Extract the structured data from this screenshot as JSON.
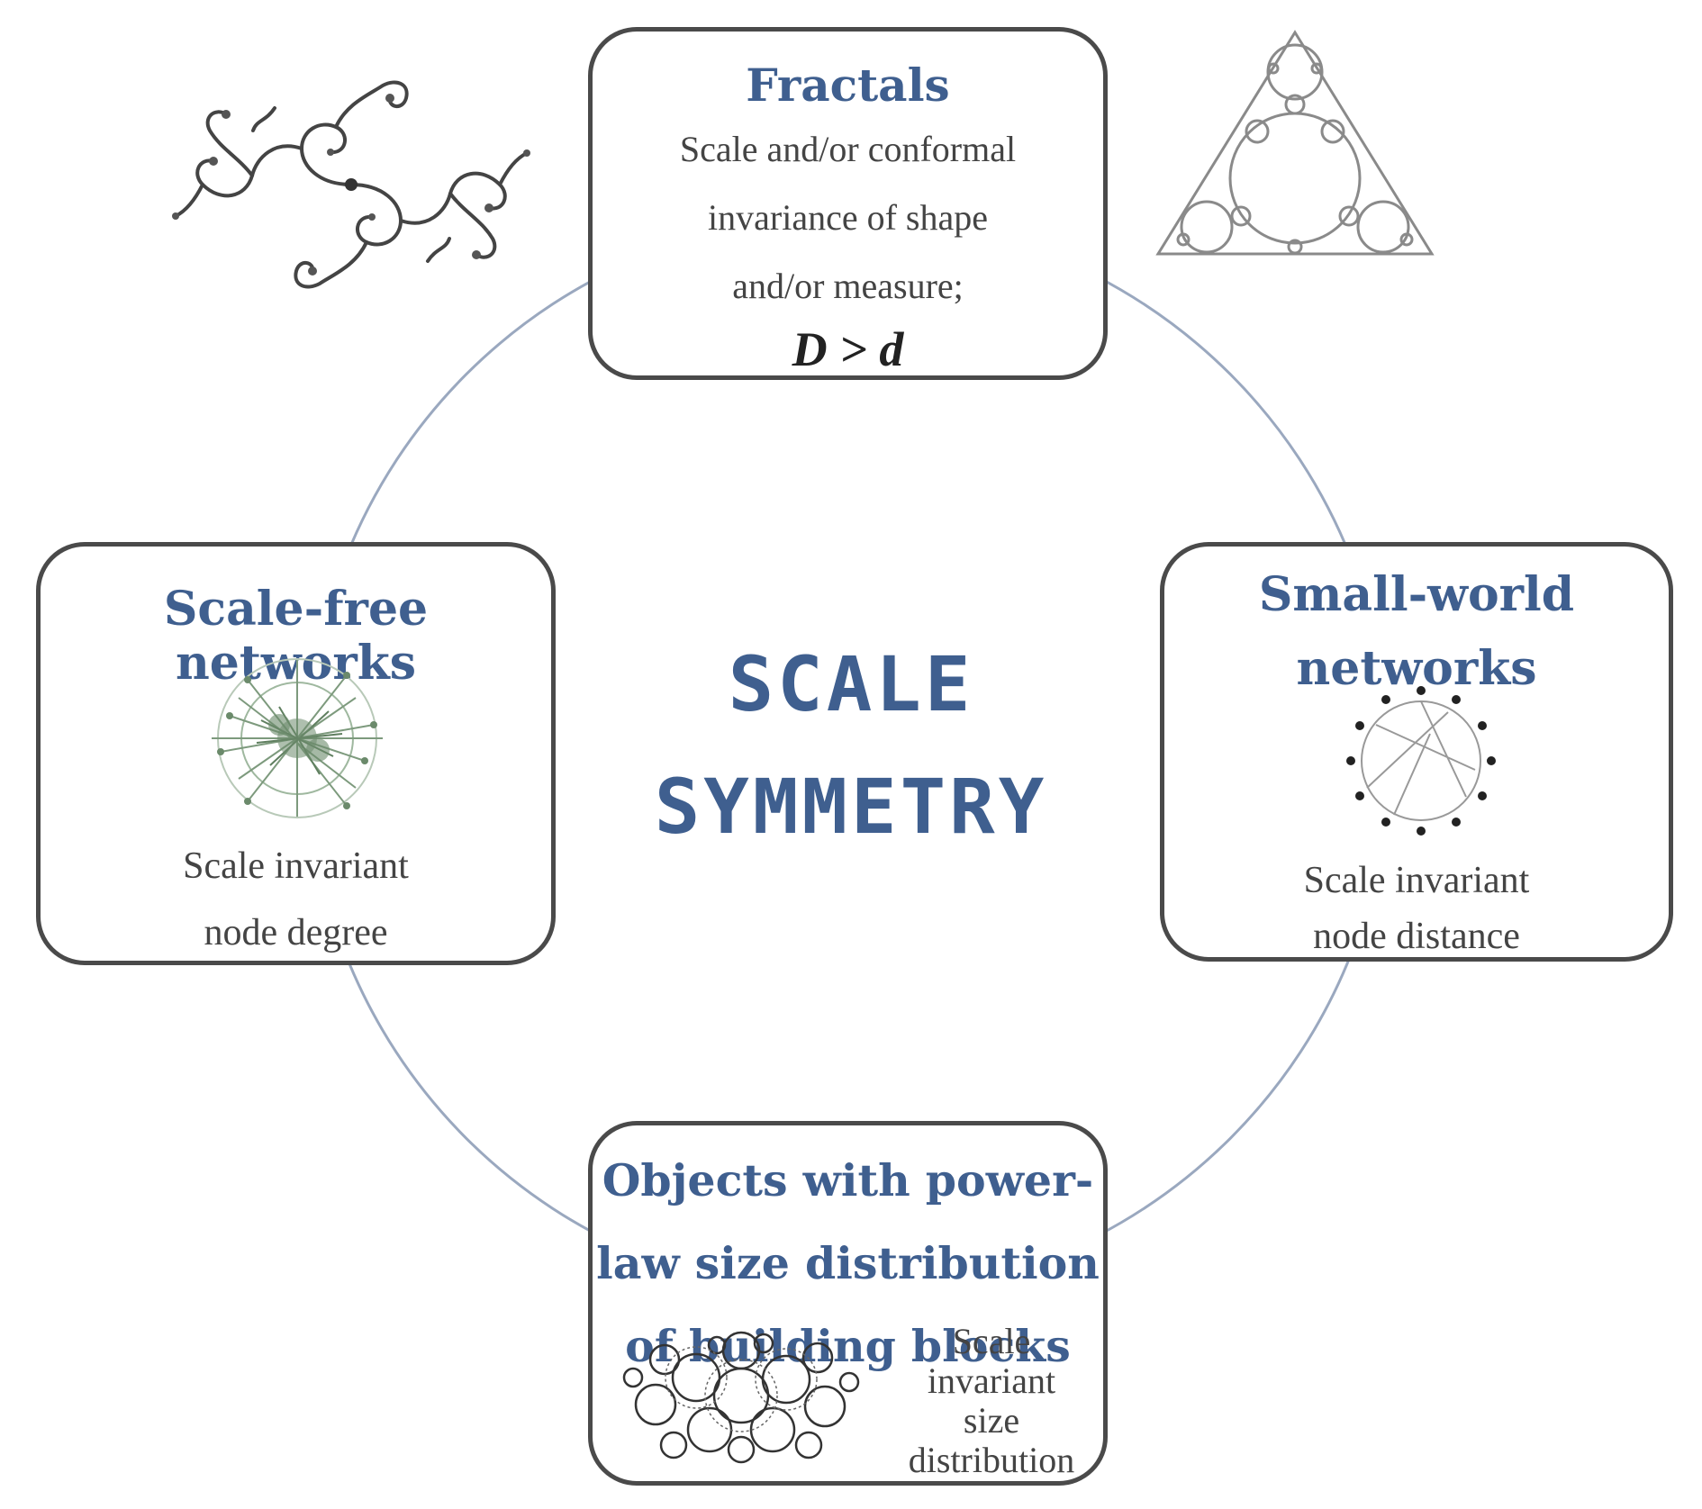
{
  "center": {
    "line1": "SCALE",
    "line2": "SYMMETRY"
  },
  "boxes": {
    "fractals": {
      "title": "Fractals",
      "desc_line1": "Scale and/or conformal",
      "desc_line2": "invariance of shape",
      "desc_line3": "and/or measure;",
      "formula": "D > d"
    },
    "scale_free": {
      "title": "Scale-free networks",
      "desc_line1": "Scale invariant",
      "desc_line2": "node degree"
    },
    "small_world": {
      "title_line1": "Small-world",
      "title_line2": "networks",
      "desc_line1": "Scale invariant",
      "desc_line2": "node distance"
    },
    "power_law": {
      "title_line1": "Objects with power-",
      "title_line2": "law size distribution",
      "title_line3": "of building blocks",
      "desc_line1": "Scale",
      "desc_line2": "invariant",
      "desc_line3": "size",
      "desc_line4": "distribution"
    }
  },
  "colors": {
    "title_blue": "#3f5f8f",
    "ring": "#9aa8bf",
    "box_border": "#4a4a4a"
  },
  "icons": {
    "fractal_spiral": "julia-set-icon",
    "sierpinski": "apollonian-gasket-icon",
    "scale_free_graph": "scale-free-network-icon",
    "small_world_graph": "ring-lattice-icon",
    "particle_cluster": "circle-packing-icon"
  }
}
